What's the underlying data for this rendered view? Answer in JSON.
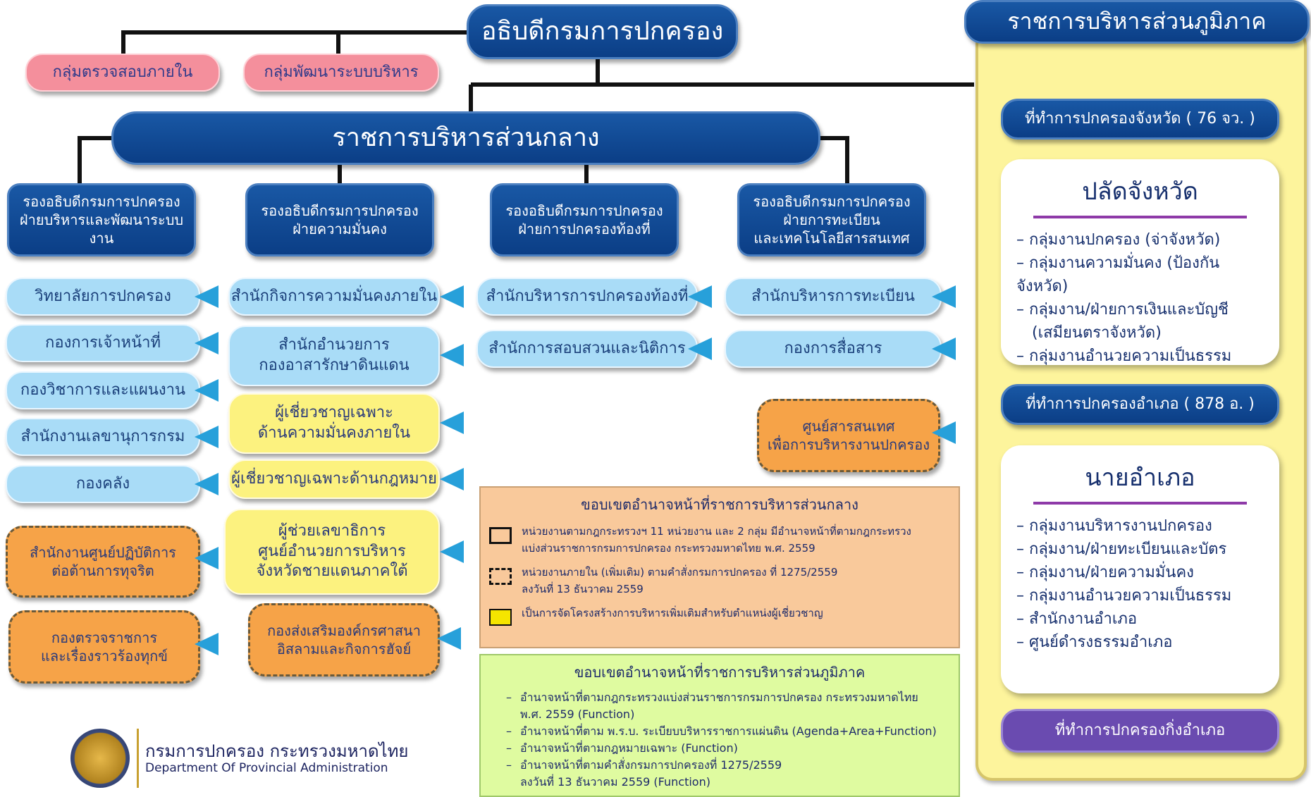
{
  "director_general": "อธิบดีกรมการปกครอง",
  "regional_admin": "ราชการบริหารส่วนภูมิภาค",
  "central_admin": "ราชการบริหารส่วนกลาง",
  "top_groups": [
    "กลุ่มตรวจสอบภายใน",
    "กลุ่มพัฒนาระบบบริหาร"
  ],
  "deputies": [
    {
      "line1": "รองอธิบดีกรมการปกครอง",
      "line2": "ฝ่ายบริหารและพัฒนาระบบงาน",
      "line3": ""
    },
    {
      "line1": "รองอธิบดีกรมการปกครอง",
      "line2": "ฝ่ายความมั่นคง",
      "line3": ""
    },
    {
      "line1": "รองอธิบดีกรมการปกครอง",
      "line2": "ฝ่ายการปกครองท้องที่",
      "line3": ""
    },
    {
      "line1": "รองอธิบดีกรมการปกครอง",
      "line2": "ฝ่ายการทะเบียน",
      "line3": "และเทคโนโลยีสารสนเทศ"
    }
  ],
  "col1": {
    "units": [
      "วิทยาลัยการปกครอง",
      "กองการเจ้าหน้าที่",
      "กองวิชาการและแผนงาน",
      "สำนักงานเลขานุการกรม",
      "กองคลัง"
    ],
    "orange1": {
      "line1": "สำนักงานศูนย์ปฏิบัติการ",
      "line2": "ต่อต้านการทุจริต"
    },
    "orange2": {
      "line1": "กองตรวจราชการ",
      "line2": "และเรื่องราวร้องทุกข์"
    }
  },
  "col2": {
    "unit1": "สำนักกิจการความมั่นคงภายใน",
    "unit2": {
      "line1": "สำนักอำนวยการ",
      "line2": "กองอาสารักษาดินแดน"
    },
    "yellow1": {
      "line1": "ผู้เชี่ยวชาญเฉพาะ",
      "line2": "ด้านความมั่นคงภายใน"
    },
    "yellow2": "ผู้เชี่ยวชาญเฉพาะด้านกฎหมาย",
    "yellow3": {
      "line1": "ผู้ช่วยเลขาธิการ",
      "line2": "ศูนย์อำนวยการบริหาร",
      "line3": "จังหวัดชายแดนภาคใต้"
    },
    "orange": {
      "line1": "กองส่งเสริมองค์กรศาสนา",
      "line2": "อิสลามและกิจการฮัจย์"
    }
  },
  "col3": {
    "units": [
      "สำนักบริหารการปกครองท้องที่",
      "สำนักการสอบสวนและนิติการ"
    ]
  },
  "col4": {
    "units": [
      "สำนักบริหารการทะเบียน",
      "กองการสื่อสาร"
    ],
    "orange": {
      "line1": "ศูนย์สารสนเทศ",
      "line2": "เพื่อการบริหารงานปกครอง"
    }
  },
  "legend_central": {
    "title": "ขอบเขตอำนาจหน้าที่ราชการบริหารส่วนกลาง",
    "items": [
      {
        "line1": "หน่วยงานตามกฎกระทรวงฯ  11 หน่วยงาน และ 2 กลุ่ม มีอำนาจหน้าที่ตามกฎกระทรวง",
        "line2": "แบ่งส่วนราชการกรมการปกครอง กระทรวงมหาดไทย พ.ศ. 2559"
      },
      {
        "line1": "หน่วยงานภายใน (เพิ่มเติม) ตามคำสั่งกรมการปกครอง ที่ 1275/2559",
        "line2": "ลงวันที่ 13 ธันวาคม 2559"
      },
      {
        "line1": "เป็นการจัดโครงสร้างการบริหารเพิ่มเติมสำหรับตำแหน่งผู้เชี่ยวชาญ",
        "line2": ""
      }
    ]
  },
  "legend_regional": {
    "title": "ขอบเขตอำนาจหน้าที่ราชการบริหารส่วนภูมิภาค",
    "lines": [
      "อำนาจหน้าที่ตามกฎกระทรวงแบ่งส่วนราชการกรมการปกครอง กระทรวงมหาดไทย",
      "พ.ศ. 2559 (Function)",
      "อำนาจหน้าที่ตาม พ.ร.บ. ระเบียบบริหารราชการแผ่นดิน (Agenda+Area+Function)",
      "อำนาจหน้าที่ตามกฎหมายเฉพาะ (Function)",
      "อำนาจหน้าที่ตามคำสั่งกรมการปกครองที่ 1275/2559",
      "ลงวันที่ 13 ธันวาคม 2559 (Function)"
    ]
  },
  "regional": {
    "province_office": "ที่ทำการปกครองจังหวัด ( 76 จว. )",
    "province_title": "ปลัดจังหวัด",
    "province_items": [
      "กลุ่มงานปกครอง (จ่าจังหวัด)",
      "กลุ่มงานความมั่นคง (ป้องกันจังหวัด)",
      "กลุ่มงาน/ฝ่ายการเงินและบัญชี",
      "(เสมียนตราจังหวัด)",
      "กลุ่มงานอำนวยความเป็นธรรม"
    ],
    "district_office": "ที่ทำการปกครองอำเภอ ( 878 อ. )",
    "district_title": "นายอำเภอ",
    "district_items": [
      "กลุ่มงานบริหารงานปกครอง",
      "กลุ่มงาน/ฝ่ายทะเบียนและบัตร",
      "กลุ่มงาน/ฝ่ายความมั่นคง",
      "กลุ่มงานอำนวยความเป็นธรรม",
      "สำนักงานอำเภอ",
      "ศูนย์ดำรงธรรมอำเภอ"
    ],
    "subdistrict_office": "ที่ทำการปกครองกิ่งอำเภอ"
  },
  "footer": {
    "org_th": "กรมการปกครอง กระทรวงมหาดไทย",
    "org_en": "Department Of Provincial Administration"
  },
  "colors": {
    "navy": "#0b3e86",
    "light_blue": "#a9dcf7",
    "pink": "#f48f9c",
    "yellow": "#fcf27f",
    "orange": "#f6a348",
    "arrow": "#27a0da",
    "purple": "#6a4bb0"
  }
}
